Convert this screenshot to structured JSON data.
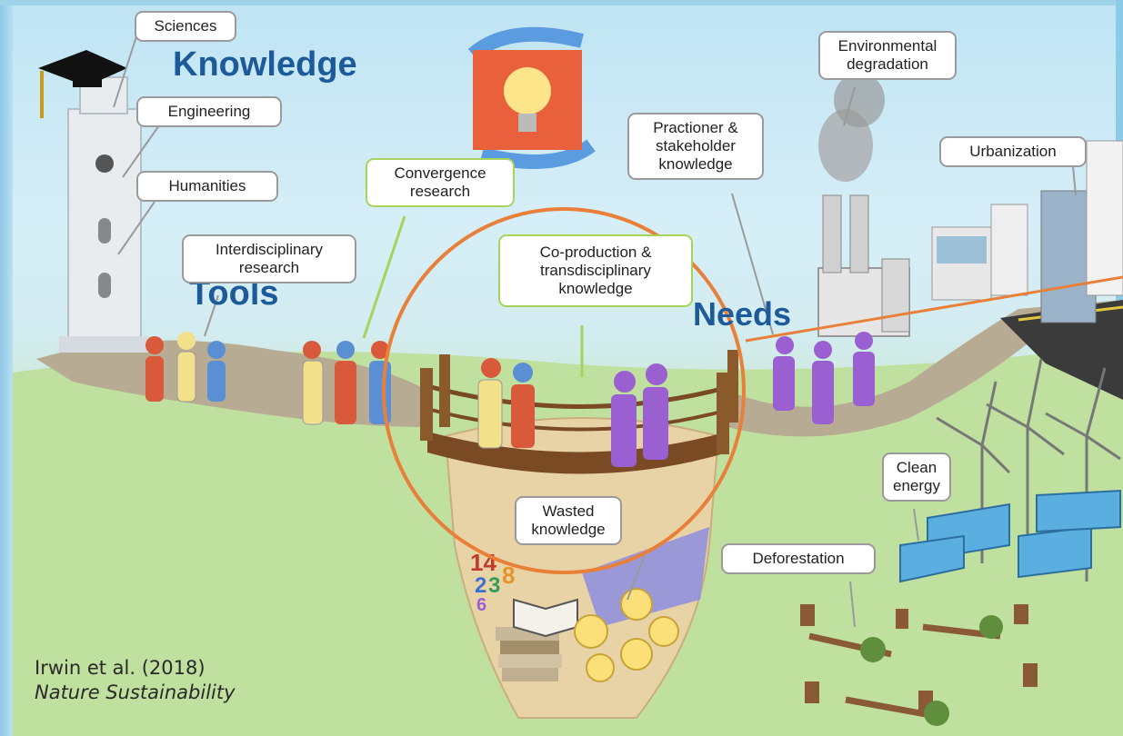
{
  "headings": {
    "knowledge": "Knowledge",
    "tools": "Tools",
    "needs": "Needs"
  },
  "callouts": {
    "sciences": "Sciences",
    "engineering": "Engineering",
    "humanities": "Humanities",
    "interdisciplinary": "Interdisciplinary research",
    "convergence": "Convergence research",
    "coproduction": "Co-production & transdisciplinary knowledge",
    "practioner": "Practioner & stakeholder knowledge",
    "environmental": "Environmental degradation",
    "urbanization": "Urbanization",
    "clean_energy": "Clean energy",
    "deforestation": "Deforestation",
    "wasted": "Wasted knowledge"
  },
  "numbers_in_pit": [
    "14",
    "2",
    "3",
    "8",
    "6"
  ],
  "citation": {
    "authors": "Irwin et al. (2018)",
    "journal": "Nature Sustainability"
  },
  "colors": {
    "highlight_circle": "#e9803a",
    "heading_blue": "#1d5a9a",
    "callout_border_green": "#a7d35a",
    "person_red": "#d95a3a",
    "person_yellow": "#f2e08a",
    "person_blue": "#5b8fd4",
    "person_purple": "#9a5fd0"
  }
}
